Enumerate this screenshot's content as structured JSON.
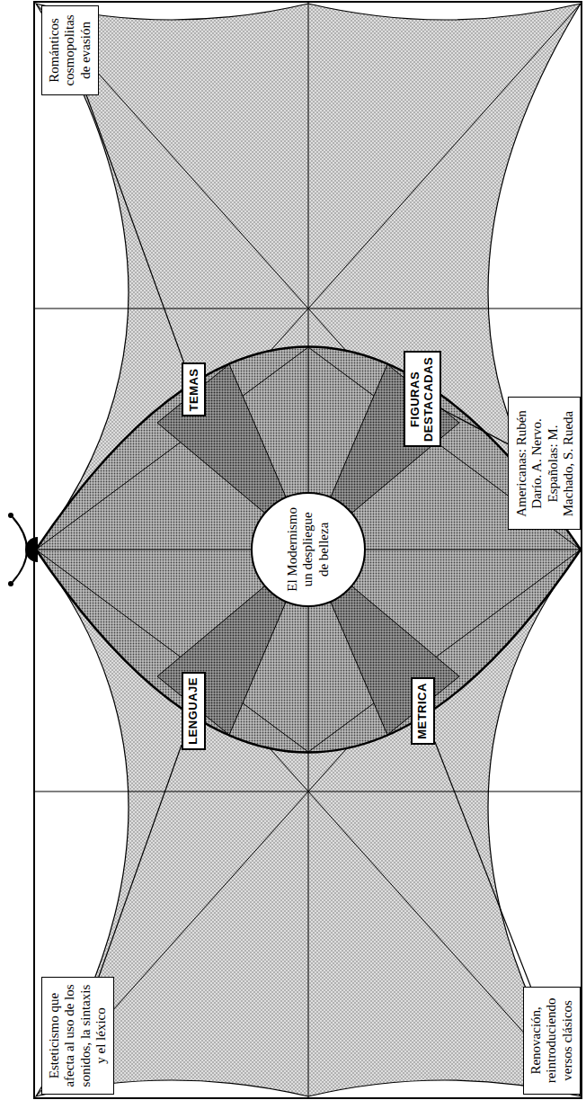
{
  "diagram": {
    "nodes": [
      {
        "text": [
          "El Modernismo un despliegue de belleza"
        ]
      },
      {
        "text": [
          "LENGUAJE"
        ]
      },
      {
        "text": [
          "TEMAS"
        ]
      },
      {
        "text": [
          "METRICA"
        ]
      },
      {
        "text": [
          "FIGURAS DESTACADAS"
        ]
      },
      {
        "text": [
          "Esteticismo que afecta al uso de los sonidos, la sintaxis y el léxico"
        ]
      },
      {
        "text": [
          "Románticos cosmopolitas de evasión"
        ]
      },
      {
        "text": [
          "Renovación, reintroduciendo versos clásicos"
        ]
      },
      {
        "text": [
          "Americanas: Rubén Darío. A. Nervo. Españolas: M. Machado, S. Rueda"
        ]
      }
    ],
    "edges": [
      {
        "from": 1,
        "to": 5,
        "arrow": "none"
      },
      {
        "from": 2,
        "to": 6,
        "arrow": "none"
      },
      {
        "from": 3,
        "to": 7,
        "arrow": "none"
      },
      {
        "from": 4,
        "to": 8,
        "arrow": "none"
      }
    ]
  }
}
